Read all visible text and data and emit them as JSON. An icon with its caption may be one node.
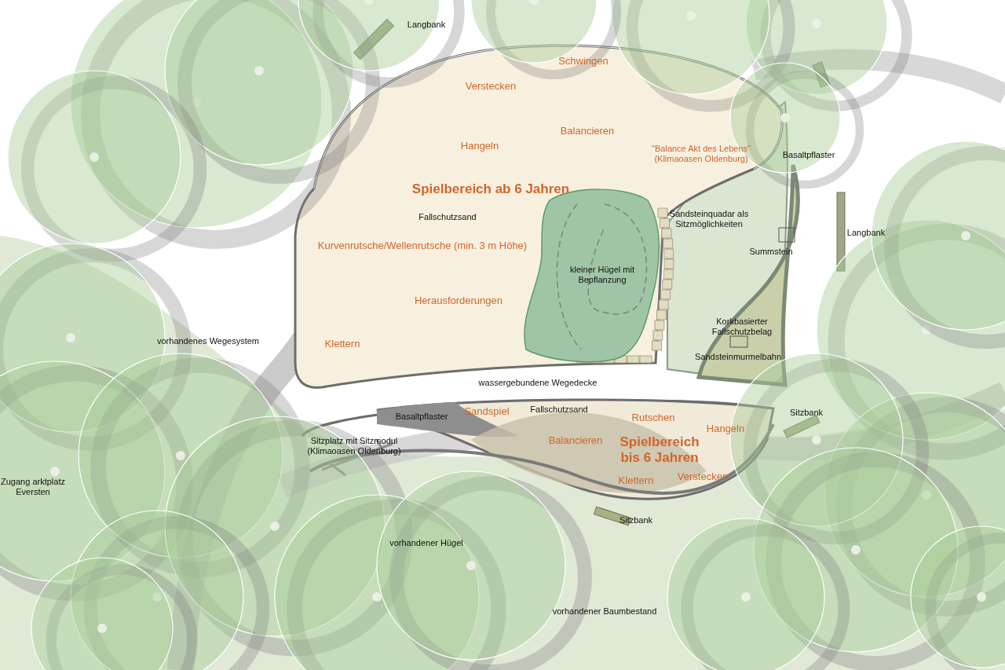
{
  "diagram": {
    "labels": [
      "Langbank",
      "Schwingen",
      "Verstecken",
      "Balancieren",
      "Hangeln",
      "\"Balance Akt des Lebens\" (Klimaoasen Oldenburg)",
      "Basaltpflaster",
      "Spielbereich ab 6 Jahren",
      "Fallschutzsand",
      "Sandsteinquadar als Sitzmöglichkeiten",
      "Langbank",
      "Summstein",
      "Kurvenrutsche/Wellenrutsche (min. 3 m Höhe)",
      "kleiner Hügel mit Bepflanzung",
      "Herausforderungen",
      "Korkbasierter Fallschutzbelag",
      "vorhandenes Wegesystem",
      "Klettern",
      "Sandsteinmurmelbahn",
      "wassergebundene Wegedecke",
      "Basaltpflaster",
      "Sandspiel",
      "Fallschutzsand",
      "Rutschen",
      "Sitzbank",
      "Hangeln",
      "Sitzplatz mit Sitzmodul (Klimaoasen Oldenburg)",
      "Balancieren",
      "Spielbereich bis 6 Jahren",
      "Verstecken",
      "Klettern",
      "Zugang arktplatz Eversten",
      "Sitzbank",
      "vorhandener Hügel",
      "vorhandener Baumbestand"
    ]
  }
}
